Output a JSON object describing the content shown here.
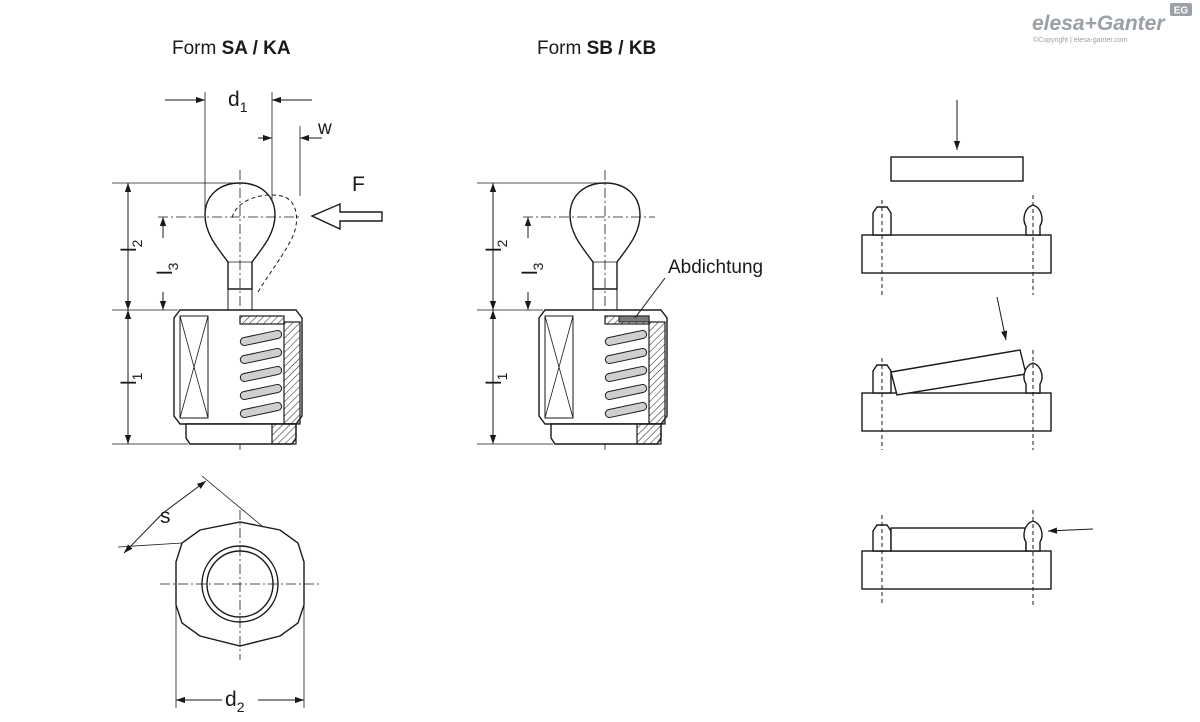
{
  "brand": {
    "name": "elesa+Ganter",
    "badge": "EG",
    "copyright": "©Copyright | elesa-ganter.com"
  },
  "view_left": {
    "title_prefix": "Form ",
    "title_bold": "SA / KA",
    "labels": {
      "d1_main": "d",
      "d1_sub": "1",
      "w": "w",
      "F": "F",
      "l2_main": "l",
      "l2_sub": "2",
      "l3_main": "l",
      "l3_sub": "3",
      "l1_main": "l",
      "l1_sub": "1",
      "s": "s",
      "d2_main": "d",
      "d2_sub": "2"
    }
  },
  "view_middle": {
    "title_prefix": "Form ",
    "title_bold": "SB / KB",
    "seal_label": "Abdichtung",
    "labels": {
      "l2_main": "l",
      "l2_sub": "2",
      "l3_main": "l",
      "l3_sub": "3",
      "l1_main": "l",
      "l1_sub": "1"
    }
  },
  "colors": {
    "line": "#1a1a1a",
    "brand_gray": "#9aa0a6",
    "spring_fill": "#cfcfcf"
  }
}
